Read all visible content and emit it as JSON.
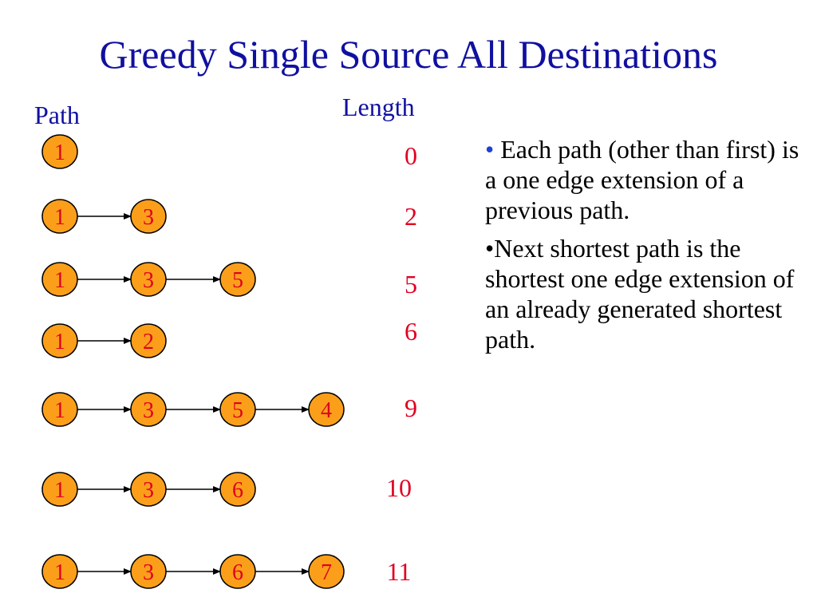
{
  "title": "Greedy Single Source All Destinations",
  "headers": {
    "path": "Path",
    "length": "Length"
  },
  "node_fill": "#fb9f1a",
  "text_color": "#e00020",
  "title_color": "#1010a0",
  "paths": [
    {
      "nodes": [
        "1"
      ],
      "length": "0"
    },
    {
      "nodes": [
        "1",
        "3"
      ],
      "length": "2"
    },
    {
      "nodes": [
        "1",
        "3",
        "5"
      ],
      "length": "5"
    },
    {
      "nodes": [
        "1",
        "2"
      ],
      "length": "6"
    },
    {
      "nodes": [
        "1",
        "3",
        "5",
        "4"
      ],
      "length": "9"
    },
    {
      "nodes": [
        "1",
        "3",
        "6"
      ],
      "length": "10"
    },
    {
      "nodes": [
        "1",
        "3",
        "6",
        "7"
      ],
      "length": "11"
    }
  ],
  "bullets": [
    {
      "marker": "•",
      "text": " Each path (other than first) is a one edge extension of a previous path."
    },
    {
      "marker": "•",
      "text": "Next shortest path is the shortest one edge extension of an already generated shortest path."
    }
  ]
}
